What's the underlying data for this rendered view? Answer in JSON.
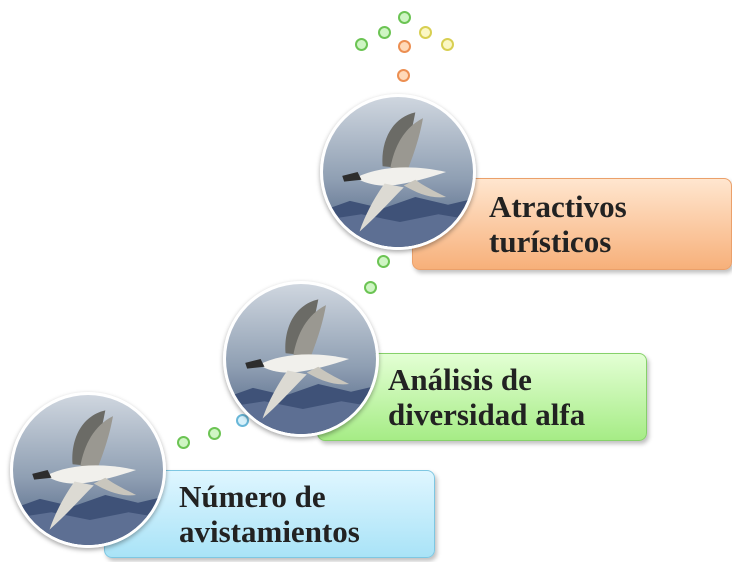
{
  "steps": [
    {
      "label": "Número de\navistamientos",
      "color": "#a9e3f7"
    },
    {
      "label": "Análisis de\ndiversidad alfa",
      "color": "#a6ec86"
    },
    {
      "label": "Atractivos\nturísticos",
      "color": "#f7b07a"
    }
  ],
  "icons": {
    "photo": "bird-photo-icon",
    "connector": "dot-connector",
    "burst": "dot-burst"
  }
}
